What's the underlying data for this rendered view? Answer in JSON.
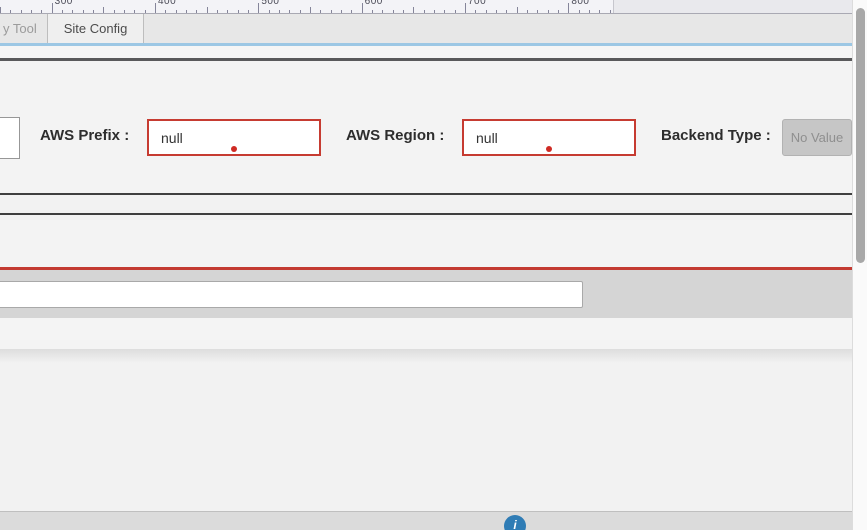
{
  "ruler": {
    "labels": [
      "300",
      "400",
      "500",
      "600",
      "700",
      "800"
    ]
  },
  "tabs": {
    "inactive": {
      "label": "y Tool"
    },
    "active": {
      "label": "Site Config"
    }
  },
  "form": {
    "fields": [
      {
        "label": "AWS Prefix :",
        "value": "null"
      },
      {
        "label": "AWS Region :",
        "value": "null"
      },
      {
        "label": "Backend Type :",
        "value": "No Value"
      }
    ],
    "wide_input": {
      "value": ""
    },
    "cropped_input": {
      "value": ""
    }
  },
  "help": {
    "glyph": "i"
  },
  "colors": {
    "error_border": "#c63b31",
    "error_dot": "#cf2b24",
    "red_rule": "#c33a31",
    "accent_blue_line": "#9cc7e4",
    "help_bubble": "#2f7cb5",
    "dark_divider": "#3f3f3f",
    "disabled_bg": "#c6c6c6",
    "disabled_text": "#8f8f8f"
  }
}
